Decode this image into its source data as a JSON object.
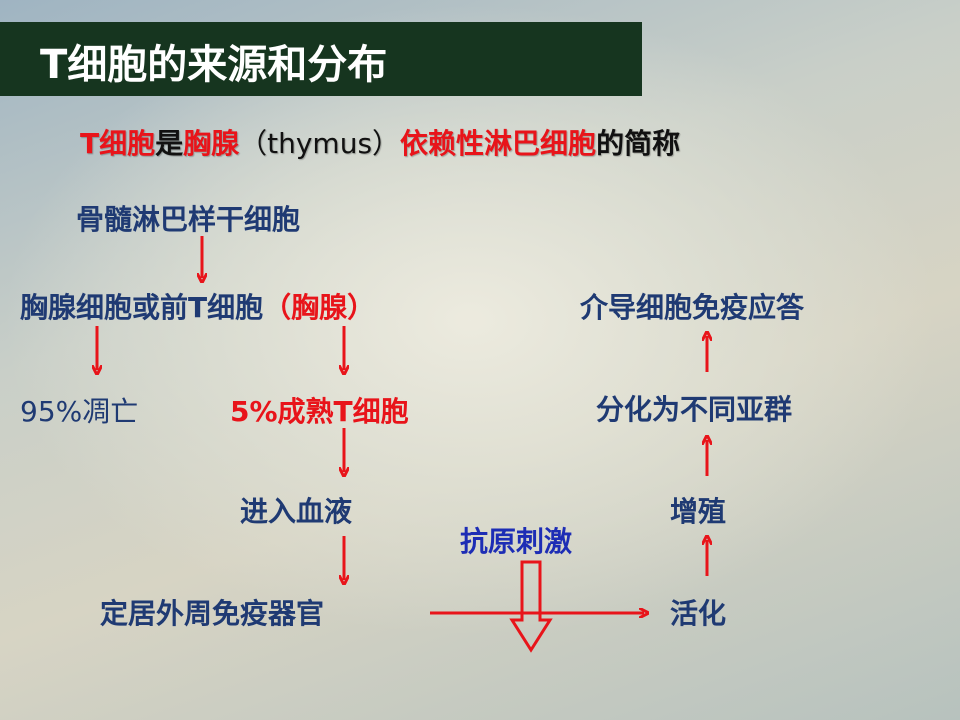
{
  "title": "T细胞的来源和分布",
  "definition": {
    "p1": "T细胞",
    "p2": "是",
    "p3": "胸腺",
    "p4": "（thymus）",
    "p5": "依赖性淋巴细胞",
    "p6": "的简称"
  },
  "nodes": {
    "bone_marrow": "骨髓淋巴样干细胞",
    "thymocyte": "胸腺细胞或前T细胞",
    "thymus_paren": "（胸腺）",
    "apoptosis": "95%凋亡",
    "mature": "5%成熟T细胞",
    "enter_blood": "进入血液",
    "peripheral": "定居外周免疫器官",
    "antigen": "抗原刺激",
    "activation": "活化",
    "proliferation": "增殖",
    "differentiation": "分化为不同亚群",
    "mediate": "介导细胞免疫应答"
  },
  "colors": {
    "title_bg": "#16351f",
    "navy": "#1f3a73",
    "red": "#e8141a",
    "blue": "#1d2db5"
  }
}
